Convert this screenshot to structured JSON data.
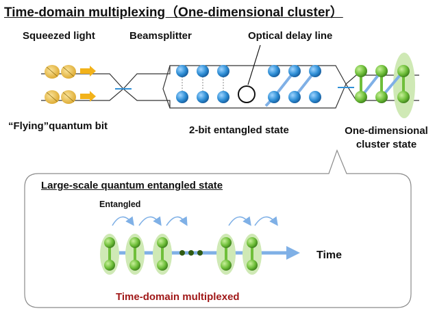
{
  "title": "Time-domain multiplexing（One-dimensional cluster）",
  "labels": {
    "squeezed_light": "Squeezed light",
    "beamsplitter": "Beamsplitter",
    "optical_delay_line": "Optical delay line",
    "flying_qubit": "“Flying”quantum bit",
    "two_bit_entangled": "2-bit entangled state",
    "cluster_state": "One-dimensional cluster state"
  },
  "inset": {
    "title": "Large-scale quantum entangled state",
    "entangled_label": "Entangled",
    "time_label": "Time",
    "multiplexed_label": "Time-domain multiplexed"
  },
  "colors": {
    "squeezed": "#e8b93a",
    "arrow_orange": "#f2b21a",
    "qubit_blue": "#2f8fd6",
    "cluster_green": "#6fbf3a",
    "halo_green": "#cfe9b5",
    "link_blue": "#7fb0e6",
    "accent_red": "#a01818"
  }
}
